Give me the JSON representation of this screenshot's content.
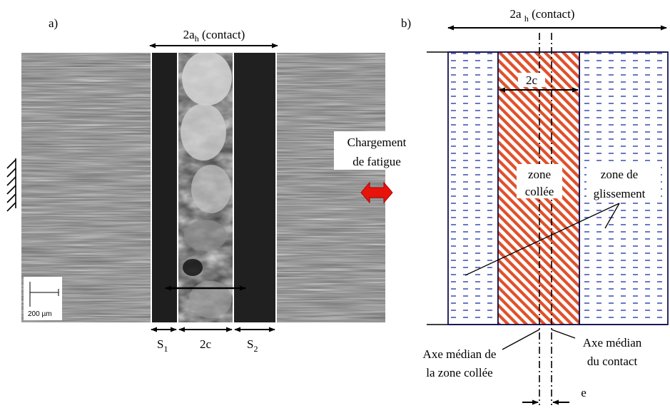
{
  "panel_a": {
    "label": "a)",
    "contact_width": {
      "base": "2a",
      "sub": "h",
      "suffix": " (contact)"
    },
    "scale_bar": "200 µm",
    "bottom_labels": {
      "s1": {
        "base": "S",
        "sub": "1"
      },
      "stick": "2c",
      "s2": {
        "base": "S",
        "sub": "2"
      }
    },
    "loading_line1": "Chargement",
    "loading_line2": "de fatigue",
    "colors": {
      "arrow_fill": "#e8140c",
      "arrow_stroke": "#b00000"
    }
  },
  "panel_b": {
    "label": "b)",
    "contact_width": {
      "base": "2a ",
      "sub": "h",
      "suffix": " (contact)"
    },
    "stick_width": "2c",
    "stick_zone_line1": "zone",
    "stick_zone_line2": "collée",
    "slip_zone_line1": "zone de",
    "slip_zone_line2": "glissement",
    "axis_stick_line1": "Axe médian de",
    "axis_stick_line2": "la zone collée",
    "axis_contact_line1": "Axe médian",
    "axis_contact_line2": "du contact",
    "offset": "e",
    "colors": {
      "slip_fill": "#ffffff",
      "slip_dash": "#1a2fa0",
      "border": "#101050",
      "stick_hatch": "#e0502a",
      "stick_bg": "#ffffff"
    }
  }
}
